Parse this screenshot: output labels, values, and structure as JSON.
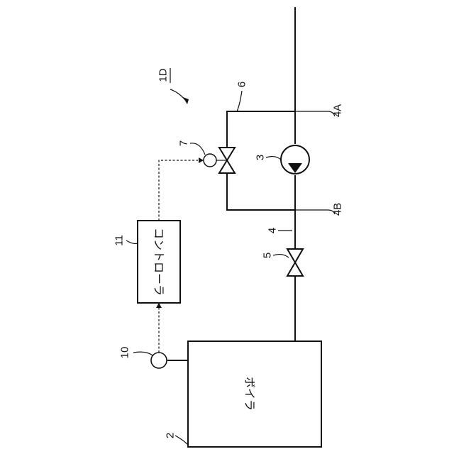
{
  "labels": {
    "figure_ref": "1D",
    "boiler_ref": "2",
    "pump_ref": "3",
    "main_pipe_ref": "4",
    "junction_upper_ref": "4A",
    "junction_lower_ref": "4B",
    "valve_ref": "5",
    "bypass_pipe_ref": "6",
    "control_valve_ref": "7",
    "sensor_ref": "10",
    "controller_ref": "11"
  },
  "components": {
    "boiler_text": "ボイラ",
    "controller_text": "コントローラ"
  }
}
